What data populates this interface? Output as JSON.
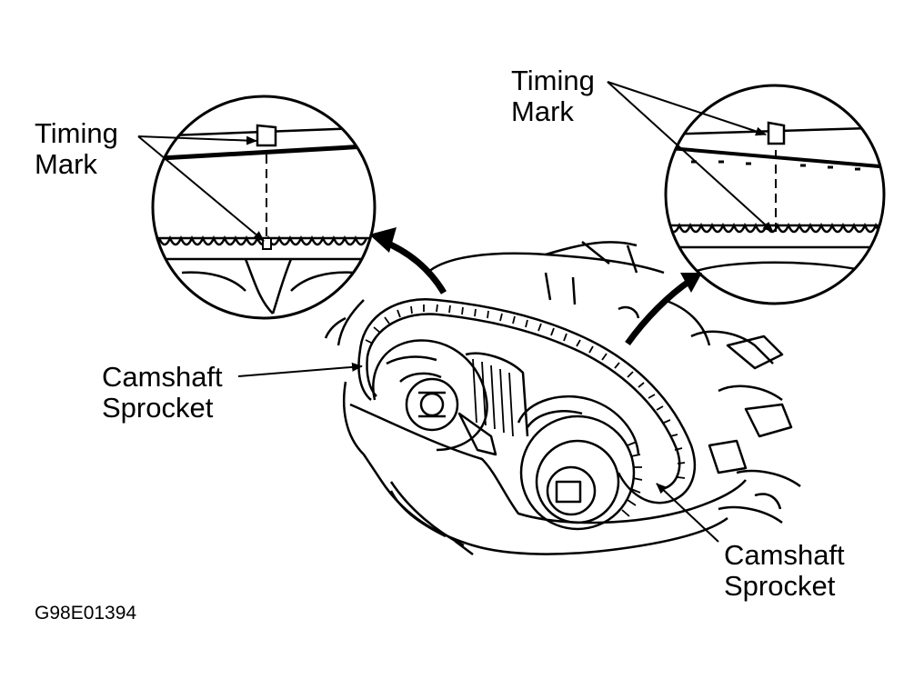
{
  "labels": {
    "timing_mark_left": [
      "Timing",
      "Mark"
    ],
    "timing_mark_right": [
      "Timing",
      "Mark"
    ],
    "camshaft_sprocket_left": [
      "Camshaft",
      "Sprocket"
    ],
    "camshaft_sprocket_right": [
      "Camshaft",
      "Sprocket"
    ]
  },
  "figure_code": "G98E01394",
  "colors": {
    "ink": "#000000",
    "paper": "#ffffff"
  }
}
